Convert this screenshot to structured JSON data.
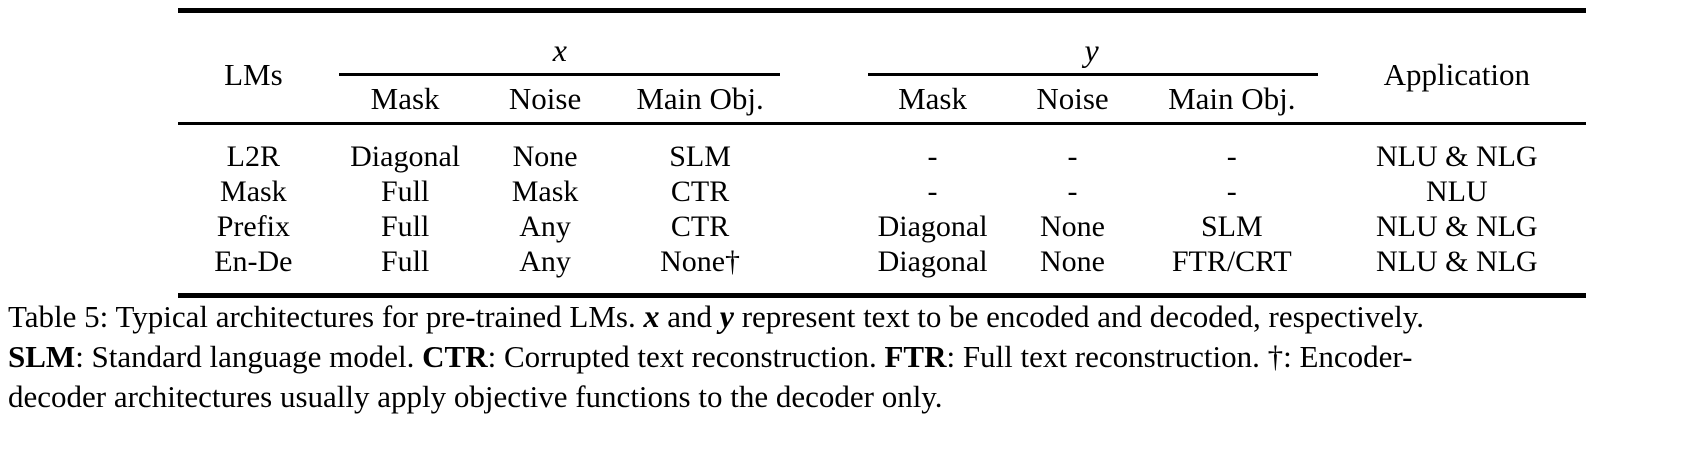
{
  "table": {
    "id": "Table 5",
    "row_header_label": "LMs",
    "application_header": "Application",
    "group_headers": [
      {
        "key": "x",
        "label": "x",
        "note": "text to be encoded"
      },
      {
        "key": "y",
        "label": "y",
        "note": "text to be decoded"
      }
    ],
    "sub_headers": {
      "mask": "Mask",
      "noise": "Noise",
      "main_obj": "Main Obj."
    },
    "rows": [
      {
        "lm": "L2R",
        "x_mask": "Diagonal",
        "x_noise": "None",
        "x_main_obj": "SLM",
        "y_mask": "-",
        "y_noise": "-",
        "y_main_obj": "-",
        "application": "NLU & NLG"
      },
      {
        "lm": "Mask",
        "x_mask": "Full",
        "x_noise": "Mask",
        "x_main_obj": "CTR",
        "y_mask": "-",
        "y_noise": "-",
        "y_main_obj": "-",
        "application": "NLU"
      },
      {
        "lm": "Prefix",
        "x_mask": "Full",
        "x_noise": "Any",
        "x_main_obj": "CTR",
        "y_mask": "Diagonal",
        "y_noise": "None",
        "y_main_obj": "SLM",
        "application": "NLU & NLG"
      },
      {
        "lm": "En-De",
        "x_mask": "Full",
        "x_noise": "Any",
        "x_main_obj": "None†",
        "y_mask": "Diagonal",
        "y_noise": "None",
        "y_main_obj": "FTR/CRT",
        "application": "NLU & NLG"
      }
    ]
  },
  "caption": {
    "line1_a": "Table 5: Typical architectures for pre-trained LMs. ",
    "line1_x": "x",
    "line1_b": " and ",
    "line1_y": "y",
    "line1_c": " represent text to be encoded and decoded, respectively.",
    "line2_slm_label": "SLM",
    "line2_slm_text": ": Standard language model. ",
    "line2_ctr_label": "CTR",
    "line2_ctr_text": ": Corrupted text reconstruction. ",
    "line2_ftr_label": "FTR",
    "line2_ftr_text": ": Full text reconstruction. †: Encoder-",
    "line3": "decoder architectures usually apply objective functions to the decoder only."
  },
  "colors": {
    "text": "#000000",
    "rule": "#000000",
    "background": "#ffffff"
  }
}
